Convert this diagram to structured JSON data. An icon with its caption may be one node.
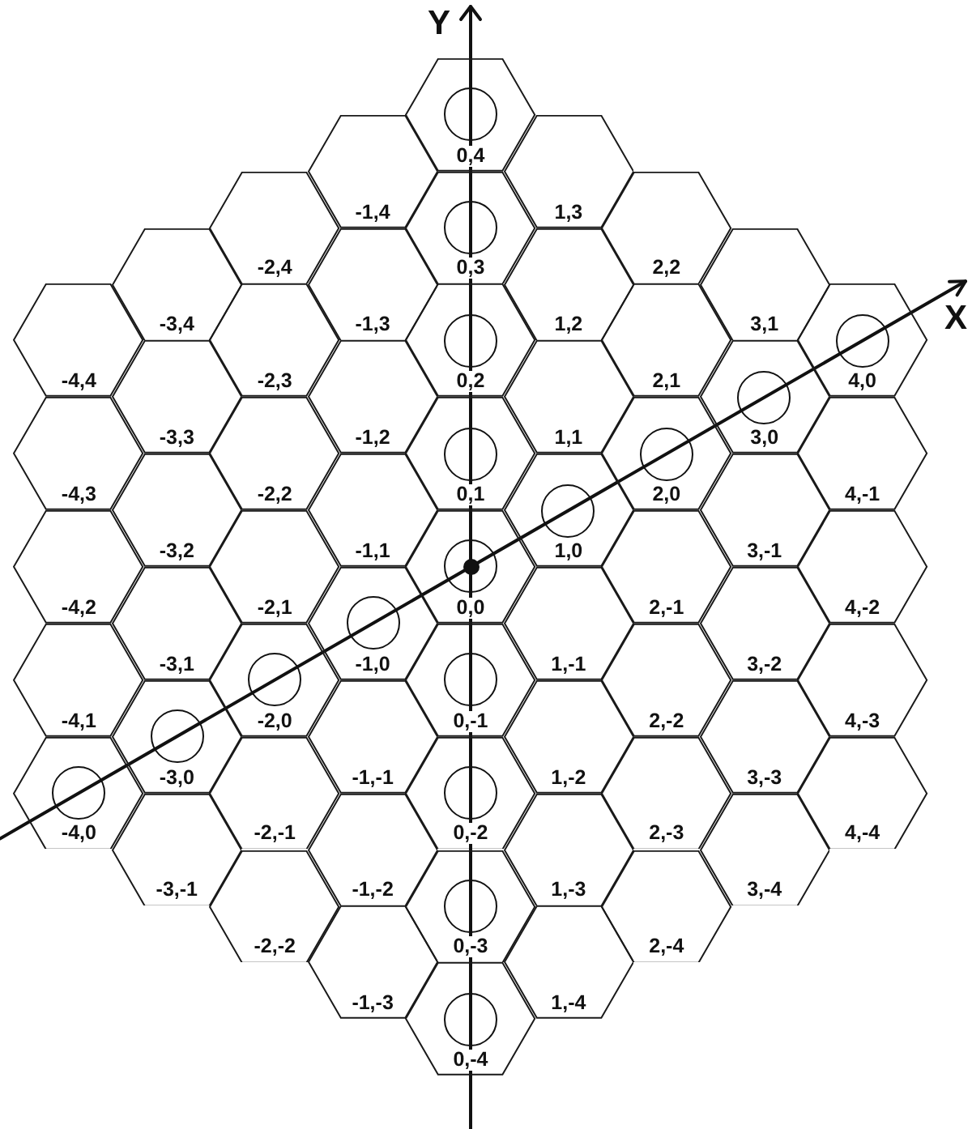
{
  "diagram": {
    "nodes": [
      {
        "text": [
          "0,4"
        ]
      },
      {
        "text": [],
        "shape": "circle",
        "in": 0
      },
      {
        "text": [
          "-1,4"
        ]
      },
      {
        "text": [
          "1,3"
        ]
      },
      {
        "text": [
          "-2,4"
        ]
      },
      {
        "text": [
          "0,3"
        ]
      },
      {
        "text": [],
        "shape": "circle",
        "in": 5
      },
      {
        "text": [
          "2,2"
        ]
      },
      {
        "text": [
          "-3,4"
        ]
      },
      {
        "text": [
          "-1,3"
        ]
      },
      {
        "text": [
          "1,2"
        ]
      },
      {
        "text": [
          "3,1"
        ]
      },
      {
        "text": [
          "-4,4"
        ]
      },
      {
        "text": [
          "-2,3"
        ]
      },
      {
        "text": [
          "0,2"
        ]
      },
      {
        "text": [],
        "shape": "circle",
        "in": 14
      },
      {
        "text": [
          "2,1"
        ]
      },
      {
        "text": [
          "4,0"
        ]
      },
      {
        "text": [],
        "shape": "circle",
        "in": 17
      },
      {
        "text": [
          "-3,3"
        ]
      },
      {
        "text": [
          "-1,2"
        ]
      },
      {
        "text": [
          "1,1"
        ]
      },
      {
        "text": [
          "3,0"
        ]
      },
      {
        "text": [],
        "shape": "circle",
        "in": 22
      },
      {
        "text": [
          "-4,3"
        ]
      },
      {
        "text": [
          "-2,2"
        ]
      },
      {
        "text": [
          "0,1"
        ]
      },
      {
        "text": [],
        "shape": "circle",
        "in": 26
      },
      {
        "text": [
          "2,0"
        ]
      },
      {
        "text": [],
        "shape": "circle",
        "in": 28
      },
      {
        "text": [
          "4,-1"
        ]
      },
      {
        "text": [
          "-3,2"
        ]
      },
      {
        "text": [
          "-1,1"
        ]
      },
      {
        "text": [
          "1,0"
        ]
      },
      {
        "text": [],
        "shape": "circle",
        "in": 33
      },
      {
        "text": [
          "3,-1"
        ]
      },
      {
        "text": [
          "-4,2"
        ]
      },
      {
        "text": [
          "-2,1"
        ]
      },
      {
        "text": [
          "0,0"
        ]
      },
      {
        "text": [],
        "shape": "circle",
        "in": 38
      },
      {
        "text": [
          "2,-1"
        ]
      },
      {
        "text": [
          "4,-2"
        ]
      },
      {
        "text": [
          "-3,1"
        ]
      },
      {
        "text": [
          "-1,0"
        ]
      },
      {
        "text": [],
        "shape": "circle",
        "in": 43
      },
      {
        "text": [
          "1,-1"
        ]
      },
      {
        "text": [
          "3,-2"
        ]
      },
      {
        "text": [
          "-4,1"
        ]
      },
      {
        "text": [
          "-2,0"
        ]
      },
      {
        "text": [],
        "shape": "circle",
        "in": 48
      },
      {
        "text": [
          "0,-1"
        ]
      },
      {
        "text": [],
        "shape": "circle",
        "in": 50
      },
      {
        "text": [
          "2,-2"
        ]
      },
      {
        "text": [
          "4,-3"
        ]
      },
      {
        "text": [
          "-3,0"
        ]
      },
      {
        "text": [],
        "shape": "circle",
        "in": 54
      },
      {
        "text": [
          "-1,-1"
        ]
      },
      {
        "text": [
          "1,-2"
        ]
      },
      {
        "text": [
          "3,-3"
        ]
      },
      {
        "text": [
          "-4,0"
        ]
      },
      {
        "text": [],
        "shape": "circle",
        "in": 59
      },
      {
        "text": [
          "-2,-1"
        ]
      },
      {
        "text": [
          "0,-2"
        ]
      },
      {
        "text": [],
        "shape": "circle",
        "in": 62
      },
      {
        "text": [
          "2,-3"
        ]
      },
      {
        "text": [
          "4,-4"
        ]
      },
      {
        "text": [
          "-3,-1"
        ]
      },
      {
        "text": [
          "-1,-2"
        ]
      },
      {
        "text": [
          "1,-3"
        ]
      },
      {
        "text": [
          "3,-4"
        ]
      },
      {
        "text": [
          "-2,-2"
        ]
      },
      {
        "text": [
          "0,-3"
        ]
      },
      {
        "text": [],
        "shape": "circle",
        "in": 71
      },
      {
        "text": [
          "2,-4"
        ]
      },
      {
        "text": [
          "-1,-3"
        ]
      },
      {
        "text": [
          "1,-4"
        ]
      },
      {
        "text": [
          "0,-4"
        ]
      },
      {
        "text": [],
        "shape": "circle",
        "in": 76
      }
    ],
    "labels": [
      "Y",
      "X"
    ]
  }
}
